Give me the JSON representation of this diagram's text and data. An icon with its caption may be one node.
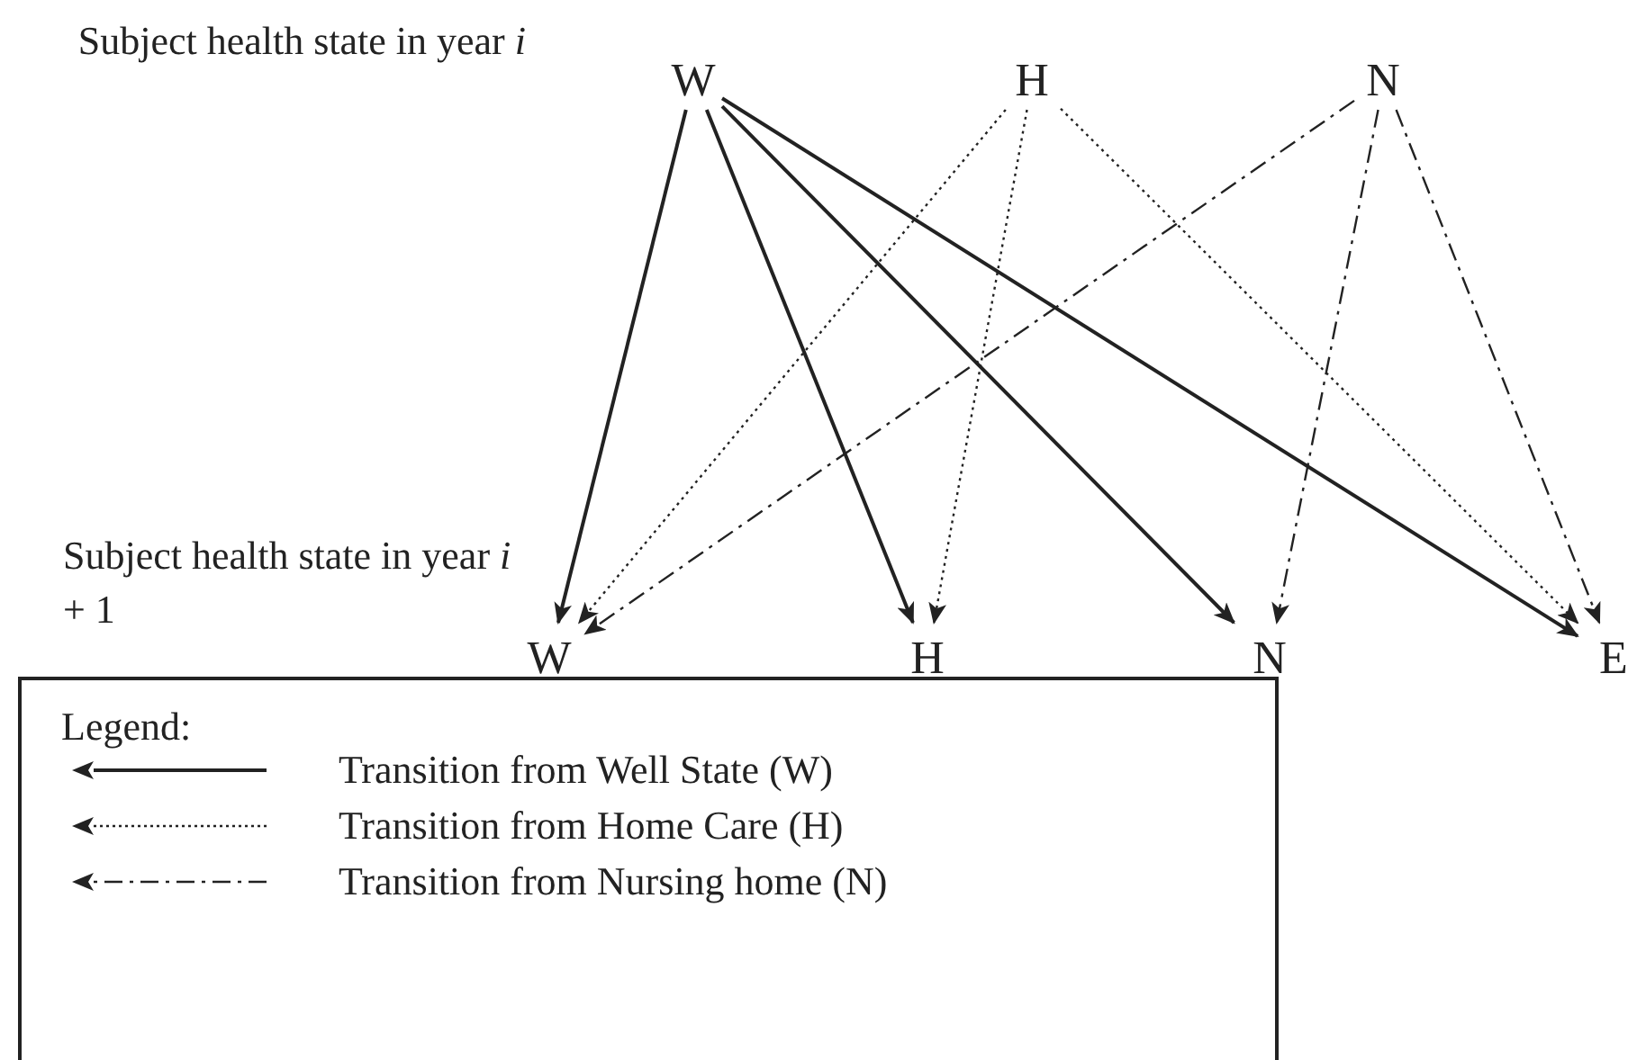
{
  "diagram": {
    "nodes": [
      {
        "text": [
          "W"
        ]
      },
      {
        "text": [
          "H"
        ]
      },
      {
        "text": [
          "N"
        ]
      },
      {
        "text": [
          "W"
        ]
      },
      {
        "text": [
          "H"
        ]
      },
      {
        "text": [
          "N"
        ]
      },
      {
        "text": [
          "E"
        ]
      }
    ],
    "edges": [
      {
        "from": 0,
        "to": 3,
        "arrow": "to"
      },
      {
        "from": 0,
        "to": 4,
        "arrow": "to"
      },
      {
        "from": 0,
        "to": 5,
        "arrow": "to"
      },
      {
        "from": 0,
        "to": 6,
        "arrow": "to"
      },
      {
        "from": 1,
        "to": 3,
        "arrow": "to",
        "style": "dashed"
      },
      {
        "from": 1,
        "to": 4,
        "arrow": "to",
        "style": "dashed"
      },
      {
        "from": 1,
        "to": 6,
        "arrow": "to",
        "style": "dashed"
      },
      {
        "from": 2,
        "to": 3,
        "arrow": "to",
        "style": "dashed"
      },
      {
        "from": 2,
        "to": 5,
        "arrow": "to",
        "style": "dashed"
      },
      {
        "from": 2,
        "to": 6,
        "arrow": "to",
        "style": "dashed"
      }
    ],
    "labels": [
      "Subject health state in year *i*",
      "Subject health state in year *i* + 1",
      "Legend:"
    ],
    "legend": [
      {
        "text": "Transition from Well State (W)"
      },
      {
        "text": "Transition from Home Care (H)"
      },
      {
        "text": "Transition from Nursing home (N)"
      }
    ]
  }
}
